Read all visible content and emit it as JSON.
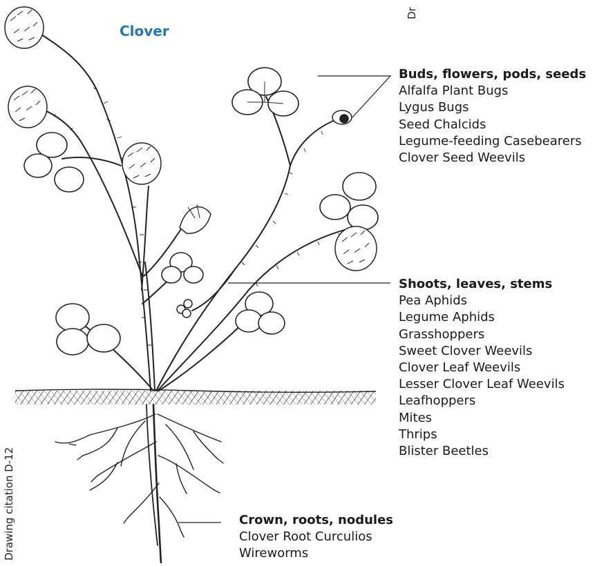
{
  "title": "Clover",
  "groups": [
    {
      "heading": "Buds, flowers, pods, seeds",
      "items": [
        "Alfalfa Plant Bugs",
        "Lygus Bugs",
        "Seed Chalcids",
        "Legume-feeding Casebearers",
        "Clover Seed Weevils"
      ]
    },
    {
      "heading": "Shoots, leaves, stems",
      "items": [
        "Pea Aphids",
        "Legume Aphids",
        "Grasshoppers",
        "Sweet Clover Weevils",
        "Clover Leaf Weevils",
        "Lesser Clover Leaf Weevils",
        "Leafhoppers",
        "Mites",
        "Thrips",
        "Blister Beetles"
      ]
    },
    {
      "heading": "Crown, roots, nodules",
      "items": [
        "Clover Root Curculios",
        "Wireworms"
      ]
    }
  ],
  "credits": {
    "left": "Drawing citation D-12",
    "top": "Dr"
  },
  "colors": {
    "title": "#2178b8",
    "ink": "#1a1a1a"
  }
}
